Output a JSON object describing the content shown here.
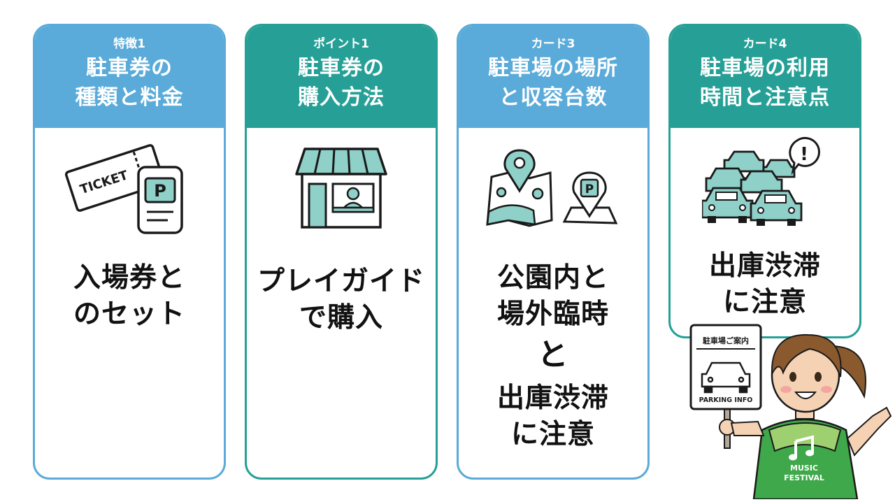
{
  "colors": {
    "blue": "#5aabd9",
    "teal": "#26a096",
    "icon_fill": "#8fd0c8",
    "stroke": "#1a1a1a"
  },
  "cards": [
    {
      "label": "特徴1",
      "title": [
        "駐車券の",
        "種類と料金"
      ],
      "icon": "ticket-parking-icon",
      "icon_text": {
        "ticket": "TICKET",
        "parking": "P"
      },
      "body": [
        "入場券と",
        "のセット"
      ]
    },
    {
      "label": "ポイント1",
      "title": [
        "駐車券の",
        "購入方法"
      ],
      "icon": "shop-icon",
      "body": [
        "プレイガイド",
        "で購入"
      ]
    },
    {
      "label": "カード3",
      "title": [
        "駐車場の場所",
        "と収容台数"
      ],
      "icon": "map-pin-icon",
      "icon_text": {
        "parking": "P"
      },
      "body": [
        "公園内と",
        "場外臨時"
      ],
      "conjunction": "と",
      "body2": [
        "出庫渋滞",
        "に注意"
      ]
    },
    {
      "label": "カード4",
      "title": [
        "駐車場の利用",
        "時間と注意点"
      ],
      "icon": "traffic-jam-icon",
      "icon_text": {
        "alert": "!"
      },
      "body": [
        "出庫渋滞",
        "に注意"
      ]
    }
  ],
  "mascot": {
    "sign_title": "駐車場ご案内",
    "sign_footer": "PARKING INFO",
    "shirt_line1": "MUSIC",
    "shirt_line2": "FESTIVAL",
    "shirt_icon": "music-note-icon"
  }
}
